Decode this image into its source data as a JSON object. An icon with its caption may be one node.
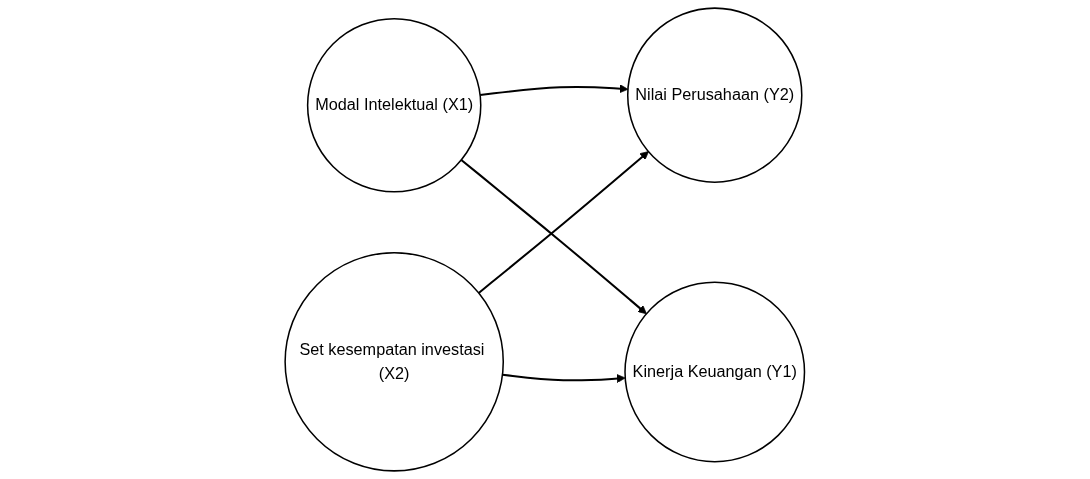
{
  "diagram": {
    "nodes": [
      {
        "text": [
          "Modal Intelektual (X1)"
        ]
      },
      {
        "text": [
          "Set kesempatan investasi (X2)"
        ]
      },
      {
        "text": [
          "Kinerja Keuangan (Y1)"
        ]
      },
      {
        "text": [
          "Nilai Perusahaan (Y2)"
        ]
      }
    ],
    "edges": [
      {
        "from": 0,
        "to": 3,
        "arrow": "to"
      },
      {
        "from": 0,
        "to": 2,
        "arrow": "to"
      },
      {
        "from": 1,
        "to": 2,
        "arrow": "to"
      },
      {
        "from": 1,
        "to": 3,
        "arrow": "to"
      }
    ]
  }
}
